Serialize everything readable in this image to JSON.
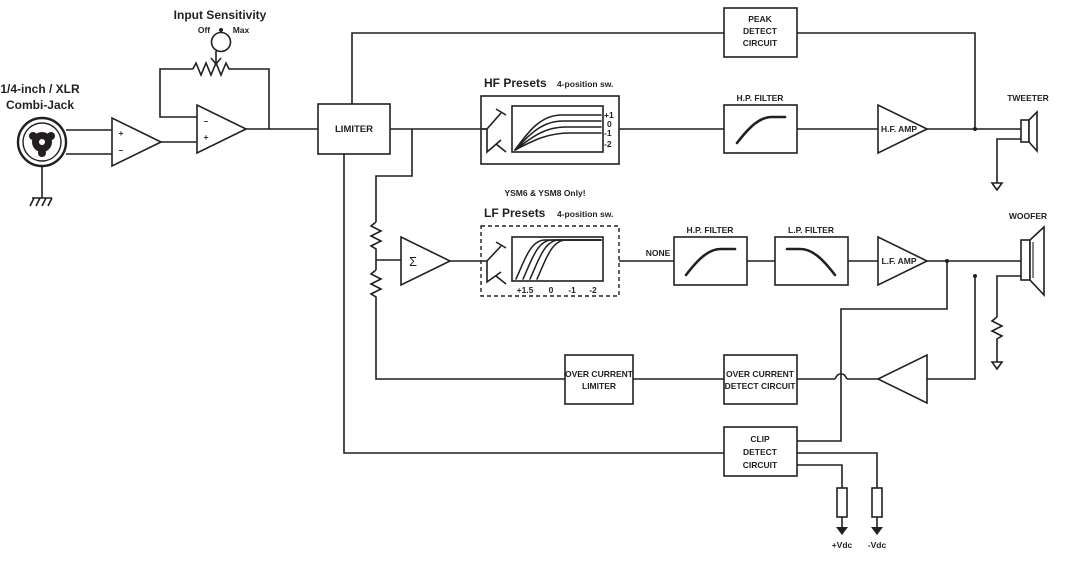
{
  "input": {
    "jack_label_line1": "1/4-inch / XLR",
    "jack_label_line2": "Combi-Jack",
    "sensitivity_title": "Input Sensitivity",
    "sensitivity_off": "Off",
    "sensitivity_max": "Max"
  },
  "blocks": {
    "limiter": "LIMITER",
    "peak_detect": [
      "PEAK",
      "DETECT",
      "CIRCUIT"
    ],
    "hf_hp_filter": "H.P. FILTER",
    "hf_amp": "H.F. AMP",
    "lf_hp_filter": "H.P. FILTER",
    "lf_lp_filter": "L.P. FILTER",
    "lf_amp": "L.F. AMP",
    "over_current_limiter": [
      "OVER CURRENT",
      "LIMITER"
    ],
    "over_current_detect": [
      "OVER CURRENT",
      "DETECT CIRCUIT"
    ],
    "clip_detect": [
      "CLIP",
      "DETECT",
      "CIRCUIT"
    ],
    "none_label": "NONE",
    "sigma": "Σ",
    "plus_sign": "+",
    "minus_sign": "–"
  },
  "hf_presets": {
    "title": "HF Presets",
    "switch_note": "4-position sw.",
    "levels": [
      "+1",
      "0",
      "-1",
      "-2"
    ]
  },
  "lf_presets": {
    "model_note": "YSM6 & YSM8 Only!",
    "title": "LF Presets",
    "switch_note": "4-position sw.",
    "levels": [
      "+1.5",
      "0",
      "-1",
      "-2"
    ]
  },
  "outputs": {
    "tweeter": "TWEETER",
    "woofer": "WOOFER",
    "pos_vdc": "+Vdc",
    "neg_vdc": "-Vdc"
  }
}
